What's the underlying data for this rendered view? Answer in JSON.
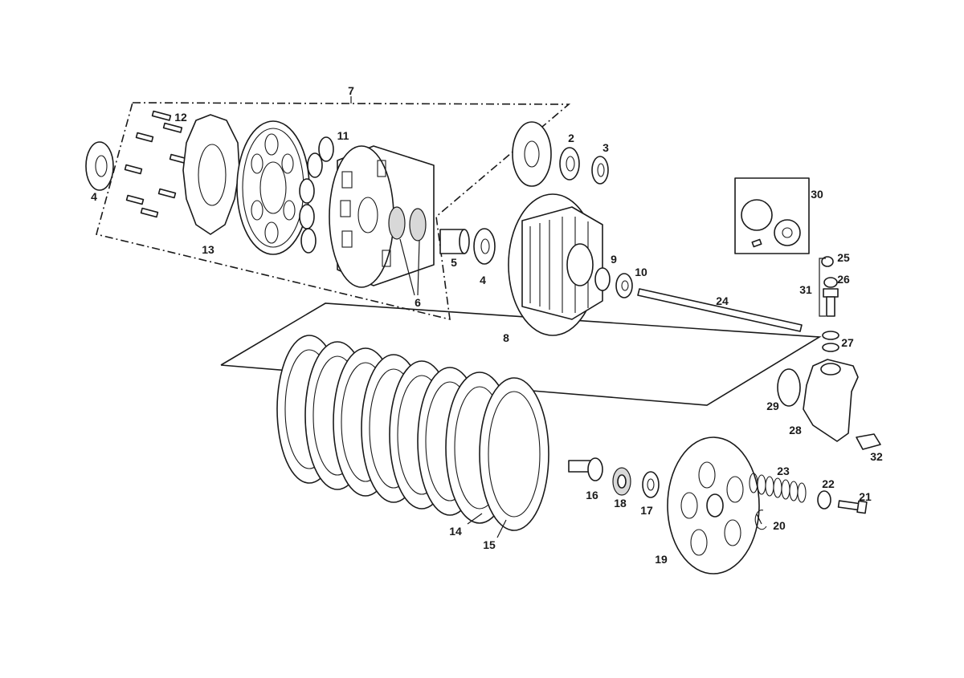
{
  "diagram": {
    "callouts": [
      "2",
      "3",
      "4",
      "4",
      "5",
      "6",
      "7",
      "8",
      "9",
      "10",
      "11",
      "12",
      "13",
      "14",
      "15",
      "16",
      "17",
      "18",
      "19",
      "20",
      "21",
      "22",
      "23",
      "24",
      "25",
      "26",
      "27",
      "28",
      "29",
      "30",
      "31",
      "32"
    ]
  },
  "colors": {
    "line": "#1a1a1a",
    "background": "#ffffff",
    "shade": "#d8d8d8"
  }
}
